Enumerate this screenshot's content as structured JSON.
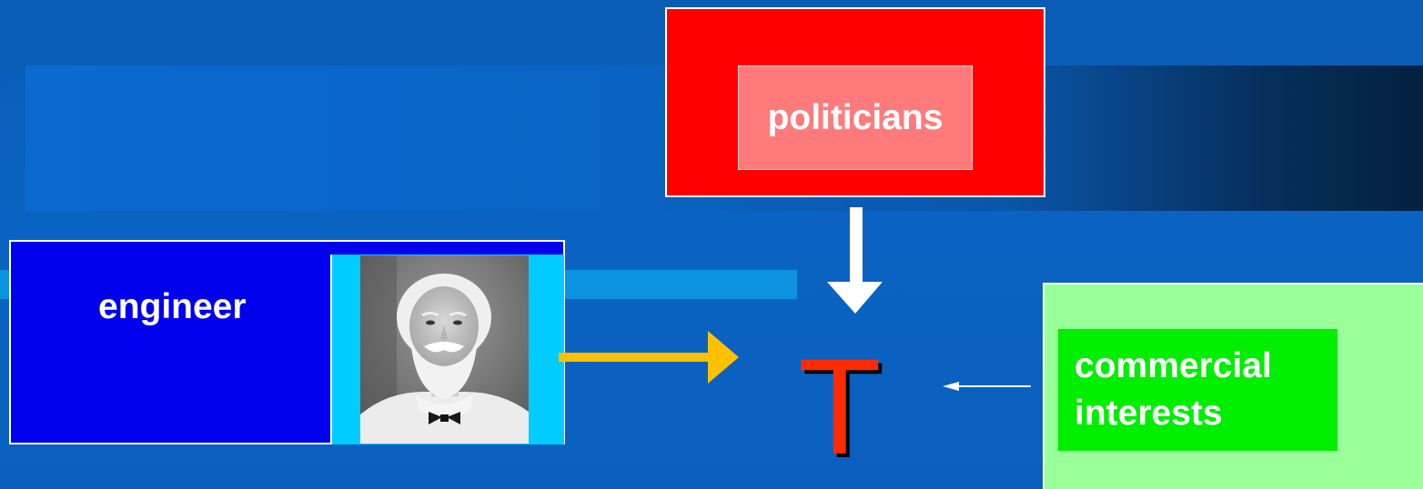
{
  "diagram": {
    "nodes": {
      "politicians": {
        "label": "politicians",
        "color": "#ff0000",
        "inner_color": "#ff7b7b"
      },
      "engineer": {
        "label": "engineer",
        "color": "#0000ee",
        "photo": "bearded-man-portrait"
      },
      "commercial": {
        "label_line1": "commercial",
        "label_line2": "interests",
        "color": "#99ff99",
        "inner_color": "#00ee00"
      },
      "center": {
        "label": "T",
        "color": "#ff2a00"
      }
    },
    "arrows": [
      {
        "from": "politicians",
        "to": "center",
        "color": "#ffffff",
        "style": "thick"
      },
      {
        "from": "engineer",
        "to": "center",
        "color": "#ffc000",
        "style": "thick"
      },
      {
        "from": "commercial",
        "to": "center",
        "color": "#ffffff",
        "style": "thin"
      }
    ]
  }
}
